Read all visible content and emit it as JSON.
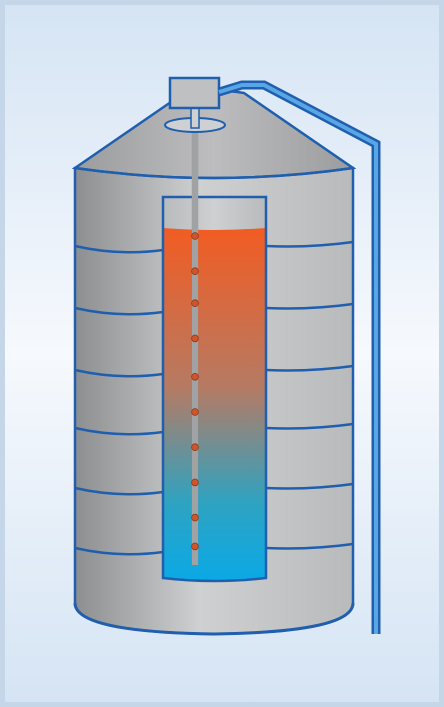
{
  "diagram": {
    "subject": "grain-silo-temperature-cable",
    "colors": {
      "frame": "#c4d6e8",
      "background_top": "#d5e4f4",
      "background_mid": "#f6f9fd",
      "outline_blue": "#1f5fae",
      "conduit_fill": "#58a6e6",
      "silo_light": "#cfd0d1",
      "silo_mid": "#b9babb",
      "silo_dark": "#8d8e90",
      "roof_light": "#bdbdbf",
      "roof_dark": "#9b9c9e",
      "content_hot": "#f25c22",
      "content_warm": "#b67a63",
      "content_cool": "#2ea3c2",
      "content_cold": "#0aa9e6",
      "sensor": "#d1542b",
      "cable": "#a7a9ab",
      "junction_box": "#bfc0c1"
    },
    "sensor_levels": [
      0.0,
      0.11,
      0.21,
      0.32,
      0.44,
      0.55,
      0.66,
      0.77,
      0.88,
      0.97
    ]
  }
}
